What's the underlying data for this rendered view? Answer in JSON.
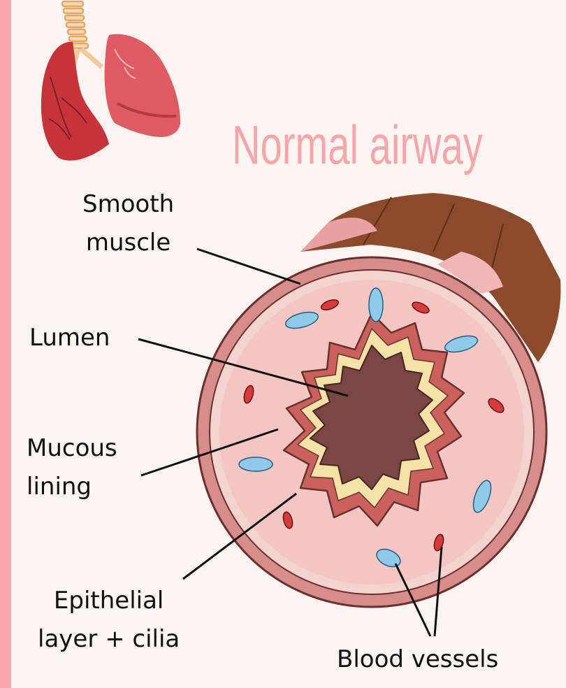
{
  "title": "Normal airway",
  "labels": {
    "smooth_muscle": [
      "Smooth",
      "muscle"
    ],
    "lumen": "Lumen",
    "mucous_lining": [
      "Mucous",
      "lining"
    ],
    "epithelial": [
      "Epithelial",
      "layer + cilia"
    ],
    "blood_vessels": "Blood vessels"
  },
  "colors": {
    "accent": "#f7a7ab",
    "muscle_brown": "#8b4a2b",
    "outer_ring": "#cf7d7b",
    "tissue": "#f2c9c3",
    "epithelium": "#c9615c",
    "mucus": "#f3e3a6",
    "lumen": "#7a4545",
    "vessel_blue": "#8ecbe8",
    "vessel_red": "#d63a3a"
  },
  "icons": [
    "lungs-icon"
  ]
}
